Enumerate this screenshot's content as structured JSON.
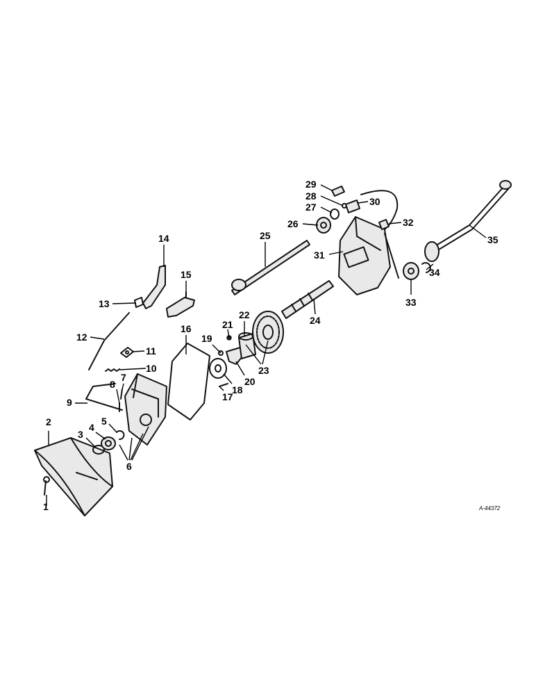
{
  "drawing_ref": "A-44372",
  "callouts": [
    {
      "id": "1",
      "label": "1"
    },
    {
      "id": "2",
      "label": "2"
    },
    {
      "id": "3",
      "label": "3"
    },
    {
      "id": "4",
      "label": "4"
    },
    {
      "id": "5",
      "label": "5"
    },
    {
      "id": "6",
      "label": "6"
    },
    {
      "id": "7",
      "label": "7"
    },
    {
      "id": "8",
      "label": "8"
    },
    {
      "id": "9",
      "label": "9"
    },
    {
      "id": "10",
      "label": "10"
    },
    {
      "id": "11",
      "label": "11"
    },
    {
      "id": "12",
      "label": "12"
    },
    {
      "id": "13",
      "label": "13"
    },
    {
      "id": "14",
      "label": "14"
    },
    {
      "id": "15",
      "label": "15"
    },
    {
      "id": "16",
      "label": "16"
    },
    {
      "id": "17",
      "label": "17"
    },
    {
      "id": "18",
      "label": "18"
    },
    {
      "id": "19",
      "label": "19"
    },
    {
      "id": "20",
      "label": "20"
    },
    {
      "id": "21",
      "label": "21"
    },
    {
      "id": "22",
      "label": "22"
    },
    {
      "id": "23",
      "label": "23"
    },
    {
      "id": "24",
      "label": "24"
    },
    {
      "id": "25",
      "label": "25"
    },
    {
      "id": "26",
      "label": "26"
    },
    {
      "id": "27",
      "label": "27"
    },
    {
      "id": "28",
      "label": "28"
    },
    {
      "id": "29",
      "label": "29"
    },
    {
      "id": "30",
      "label": "30"
    },
    {
      "id": "31",
      "label": "31"
    },
    {
      "id": "32",
      "label": "32"
    },
    {
      "id": "33",
      "label": "33"
    },
    {
      "id": "34",
      "label": "34"
    },
    {
      "id": "35",
      "label": "35"
    }
  ]
}
